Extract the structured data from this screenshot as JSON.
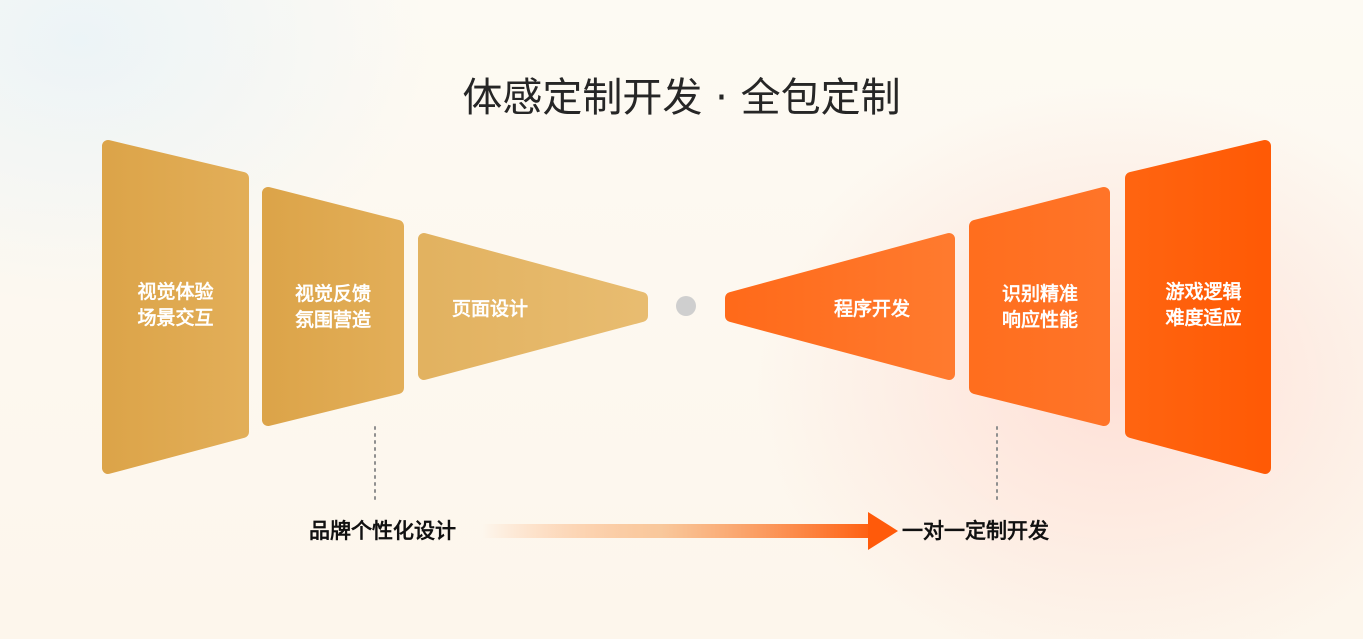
{
  "title": "体感定制开发 · 全包定制",
  "left_blocks": [
    {
      "line1": "视觉体验",
      "line2": "场景交互"
    },
    {
      "line1": "视觉反馈",
      "line2": "氛围营造"
    },
    {
      "line1": "页面设计"
    }
  ],
  "right_blocks": [
    {
      "line1": "程序开发"
    },
    {
      "line1": "识别精准",
      "line2": "响应性能"
    },
    {
      "line1": "游戏逻辑",
      "line2": "难度适应"
    }
  ],
  "bottom": {
    "left_label": "品牌个性化设计",
    "right_label": "一对一定制开发"
  },
  "colors": {
    "left_block": "#dea74b",
    "left_block_light": "#e6b96a",
    "right_block": "#ff6a1a",
    "right_block_deep": "#ff5a05",
    "center_dot": "#cfcfcf",
    "arrow_end": "#ff5a0a"
  }
}
